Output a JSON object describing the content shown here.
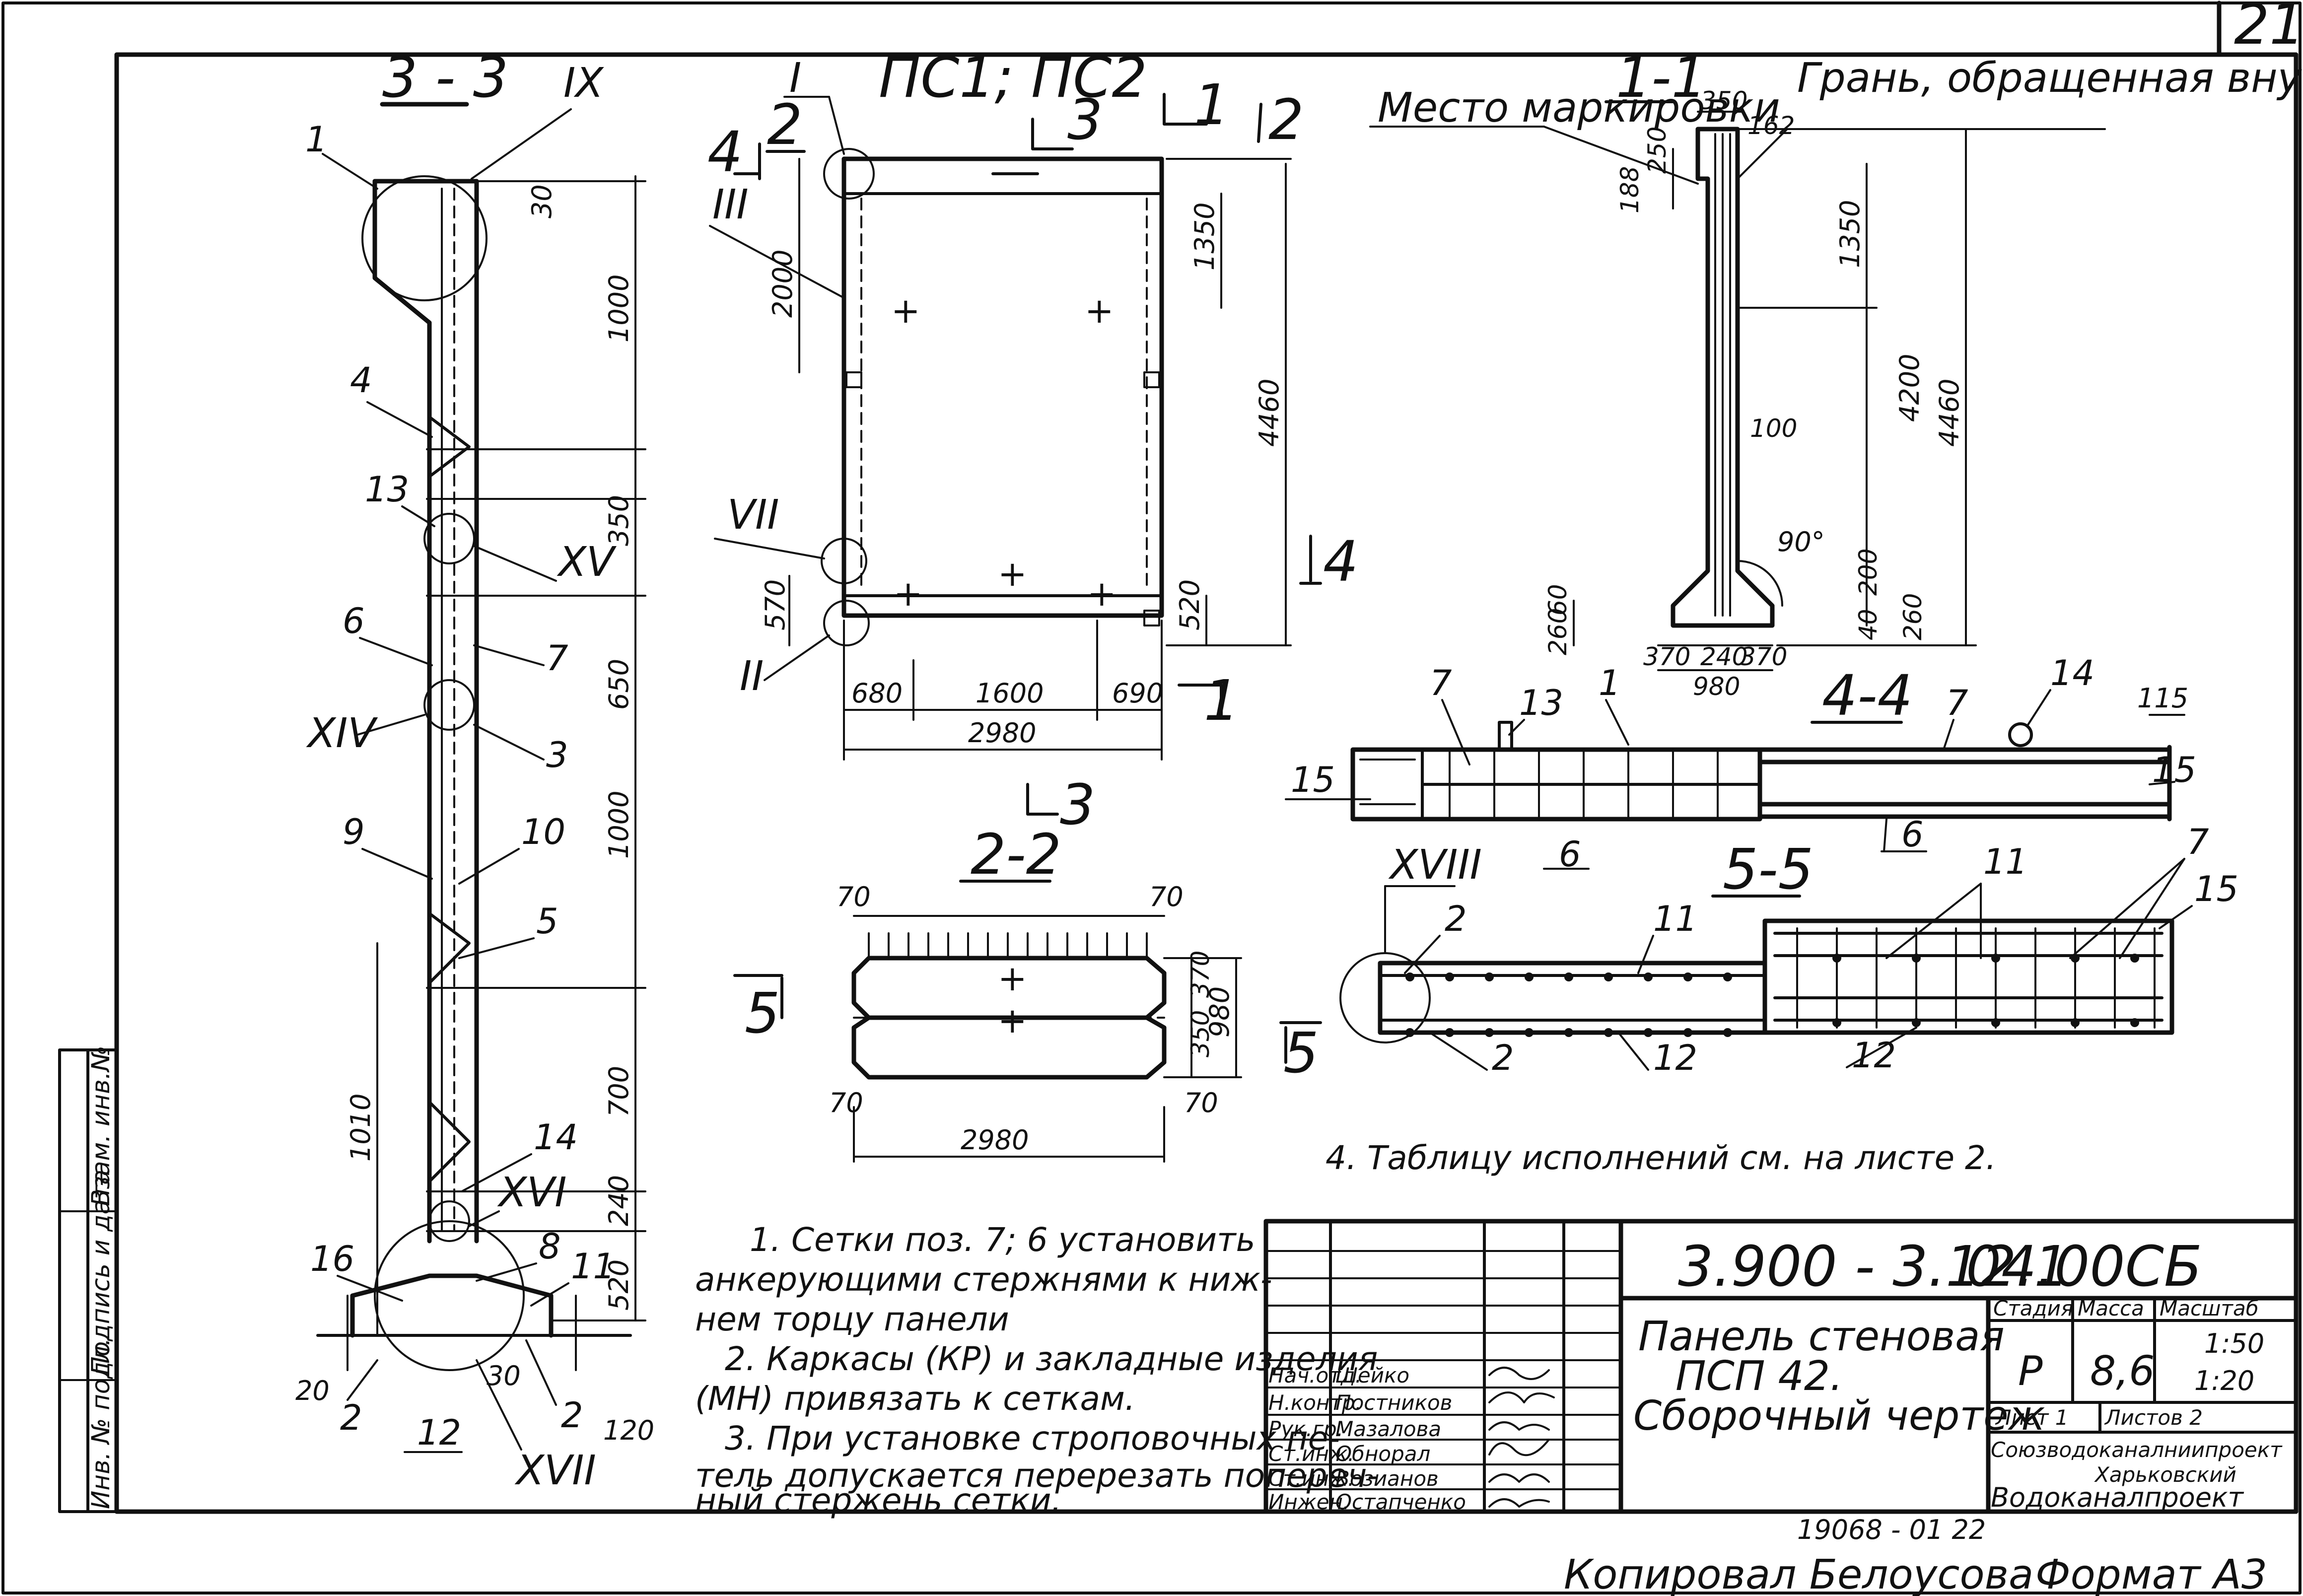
{
  "sheet": {
    "page_number": "21",
    "copied_by": "Копировал  Белоусова",
    "format": "Формат  А3",
    "inventory_code": "19068 - 01  22"
  },
  "left_strip": {
    "fields": [
      "Инв. № подл.",
      "Подпись и дата",
      "Взам. инв.№"
    ]
  },
  "views": {
    "section_3_3": {
      "title": "3 - 3",
      "nodes": [
        "IX",
        "XV",
        "XIV",
        "XVI",
        "XVII"
      ],
      "positions": [
        "1",
        "4",
        "13",
        "6",
        "7",
        "3",
        "9",
        "10",
        "5",
        "14",
        "8",
        "11",
        "16",
        "2",
        "2",
        "12"
      ],
      "dims": [
        "30",
        "1000",
        "350",
        "650",
        "1000",
        "700",
        "240",
        "520",
        "1010",
        "20",
        "30",
        "120"
      ]
    },
    "front_view": {
      "title": "ПС1; ПС2",
      "nodes": [
        "I",
        "III",
        "VII",
        "II"
      ],
      "cut_marks": [
        "4",
        "2",
        "3",
        "1",
        "2",
        "4",
        "1",
        "3"
      ],
      "dims": [
        "2000",
        "1350",
        "4460",
        "570",
        "520",
        "680",
        "1600",
        "690",
        "2980"
      ]
    },
    "section_1_1": {
      "title": "1-1",
      "marking_place": "Место маркировки",
      "inner_face": "Грань, обращенная внутрь емкости",
      "dims": [
        "350",
        "162",
        "250",
        "188",
        "1350",
        "4200",
        "4460",
        "100",
        "90°",
        "200",
        "60",
        "260",
        "260",
        "40",
        "370",
        "240",
        "370",
        "980"
      ]
    },
    "section_2_2": {
      "title": "2-2",
      "cut_mark": "5",
      "dims": [
        "70",
        "70",
        "370",
        "980",
        "350",
        "70",
        "70",
        "2980"
      ]
    },
    "section_4_4": {
      "title": "4-4",
      "positions": [
        "7",
        "13",
        "1",
        "14",
        "7",
        "15",
        "6",
        "6",
        "15"
      ],
      "dims": [
        "115"
      ]
    },
    "section_5_5": {
      "title": "5-5",
      "nodes": [
        "XVIII"
      ],
      "positions": [
        "2",
        "11",
        "11",
        "7",
        "15",
        "2",
        "12",
        "12"
      ]
    }
  },
  "notes": [
    "1. Сетки поз. 7; 6 установить",
    "анкерующими  стержнями к ниж-",
    "нем  торцу  панели",
    "2. Каркасы (КР) и закладные изделия",
    "(МН) привязать  к сеткам.",
    "3. При установке строповочных пе-",
    "тель допускается перерезать попереч-",
    "ный  стержень  сетки."
  ],
  "note4": "4. Таблицу  исполнений  см. на листе 2.",
  "title_block": {
    "doc_code": "3.900 - 3.12.1",
    "sheet_code": "04.00СБ",
    "name_line1": "Панель стеновая",
    "name_line2": "ПСП  42.",
    "name_line3": "Сборочный  чертеж",
    "stage_header": "Стадия",
    "mass_header": "Масса",
    "scale_header": "Масштаб",
    "stage": "Р",
    "mass": "8,6",
    "scale1": "1:50",
    "scale2": "1:20",
    "sheet": "Лист 1",
    "sheets": "Листов 2",
    "org1": "Союзводоканалниипроект",
    "org2": "Харьковский",
    "org3": "Водоканалпроект",
    "signatures": [
      {
        "role": "Нач.отд.",
        "name": "Шейко"
      },
      {
        "role": "Н.контр.",
        "name": "Постников"
      },
      {
        "role": "Рук.гр.",
        "name": "Мазалова"
      },
      {
        "role": "Ст.инж.",
        "name": "Обнорал"
      },
      {
        "role": "Ст.инж.",
        "name": "Возианов"
      },
      {
        "role": "Инжен.",
        "name": "Остапченко"
      }
    ]
  }
}
